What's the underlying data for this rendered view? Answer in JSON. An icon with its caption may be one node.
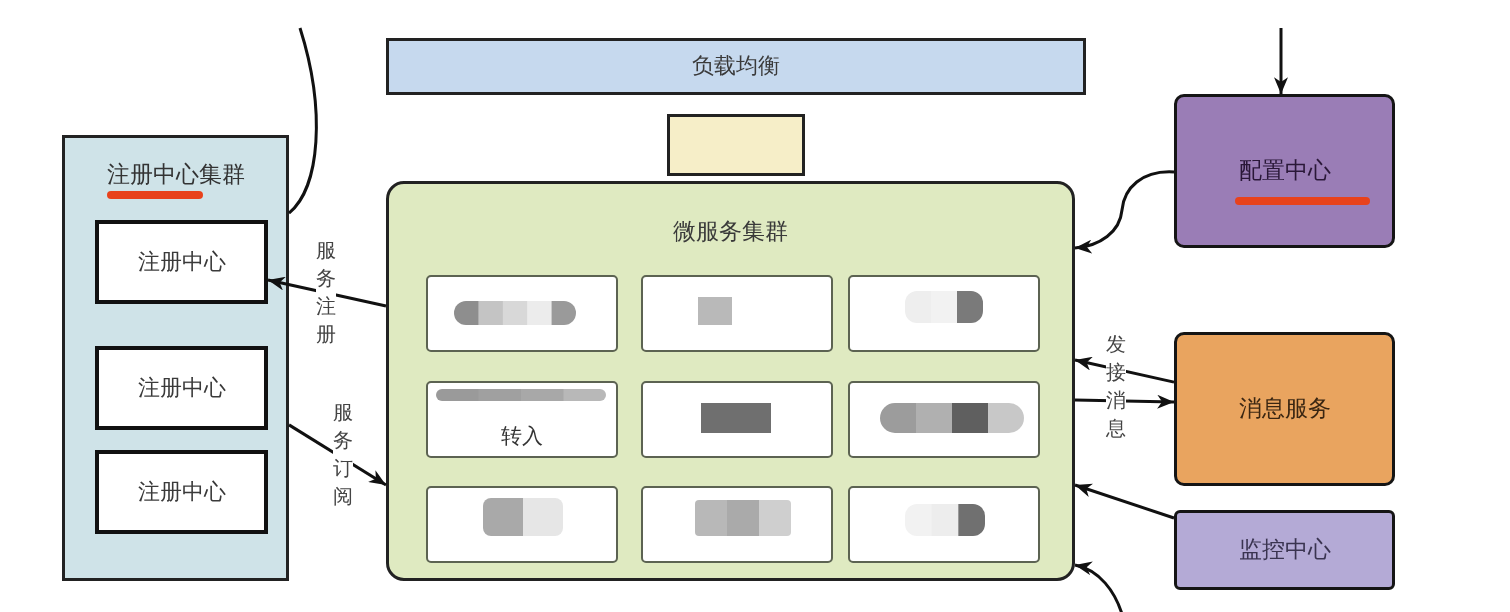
{
  "diagram": {
    "nodes": [
      {
        "text": [
          "负载均衡"
        ]
      },
      {
        "text": [],
        "shape": "box"
      },
      {
        "text": [
          "注册中心集群"
        ]
      },
      {
        "text": [
          "注册中心"
        ],
        "in": 2
      },
      {
        "text": [
          "注册中心"
        ],
        "in": 2
      },
      {
        "text": [
          "注册中心"
        ],
        "in": 2
      },
      {
        "text": [
          "微服务集群"
        ]
      },
      {
        "text": [],
        "shape": "box",
        "in": 6
      },
      {
        "text": [],
        "shape": "box",
        "in": 6
      },
      {
        "text": [],
        "shape": "box",
        "in": 6
      },
      {
        "text": [
          "转入"
        ],
        "in": 6
      },
      {
        "text": [],
        "shape": "box",
        "in": 6
      },
      {
        "text": [],
        "shape": "box",
        "in": 6
      },
      {
        "text": [],
        "shape": "box",
        "in": 6
      },
      {
        "text": [],
        "shape": "box",
        "in": 6
      },
      {
        "text": [],
        "shape": "box",
        "in": 6
      },
      {
        "text": [
          "配置中心"
        ]
      },
      {
        "text": [
          "消息服务"
        ]
      },
      {
        "text": [
          "监控中心"
        ]
      }
    ],
    "edges": [
      {
        "from": null,
        "to": 2,
        "arrow": "none"
      },
      {
        "from": null,
        "to": 16,
        "arrow": "to"
      },
      {
        "from": 16,
        "to": 6,
        "arrow": "to"
      },
      {
        "from": 6,
        "to": 3,
        "arrow": "to",
        "label": "服务注册"
      },
      {
        "from": 2,
        "to": 6,
        "arrow": "to",
        "label": "服务订阅"
      },
      {
        "from": 17,
        "to": 6,
        "arrow": "to",
        "label": "发接消息"
      },
      {
        "from": 6,
        "to": 17,
        "arrow": "to"
      },
      {
        "from": 18,
        "to": 6,
        "arrow": "to"
      },
      {
        "from": null,
        "to": 6,
        "arrow": "to"
      }
    ]
  }
}
